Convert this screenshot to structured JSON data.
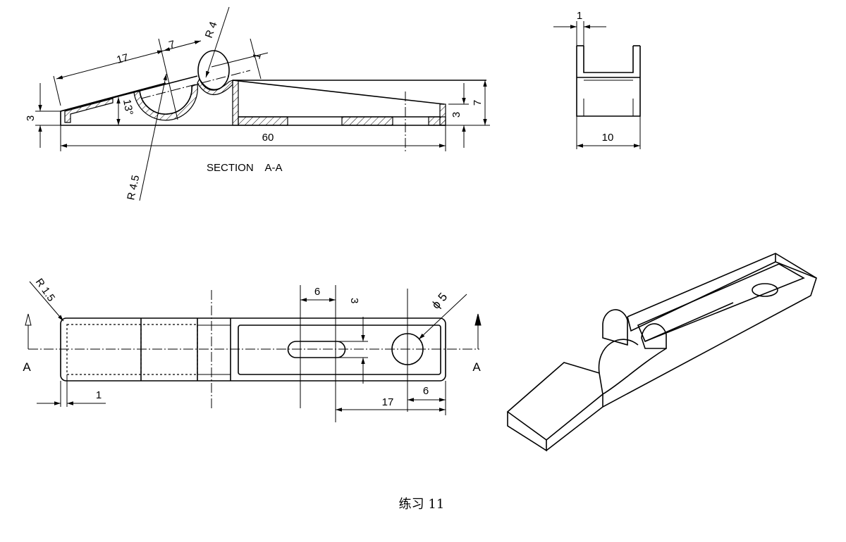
{
  "section_view": {
    "title": "SECTION    A-A",
    "dims": {
      "left_height": "3",
      "angle": "13°",
      "overall_length": "60",
      "right_height_total": "7",
      "right_height": "3",
      "slope_length": "17",
      "hinge_offset": "7",
      "hinge_radius": "R 4",
      "hinge_wall": "1",
      "cradle_radius": "R 4.5"
    }
  },
  "side_view": {
    "dims": {
      "wall_thickness": "1",
      "width": "10"
    }
  },
  "plan_view": {
    "section_mark_left": "A",
    "section_mark_right": "A",
    "dims": {
      "corner_radius": "R 1.5",
      "slot_length": "6",
      "slot_width": "3",
      "hole_diameter": "ϕ 5",
      "wall": "1",
      "slot_to_end": "17",
      "hole_to_end": "6"
    }
  },
  "caption": "练习 11"
}
